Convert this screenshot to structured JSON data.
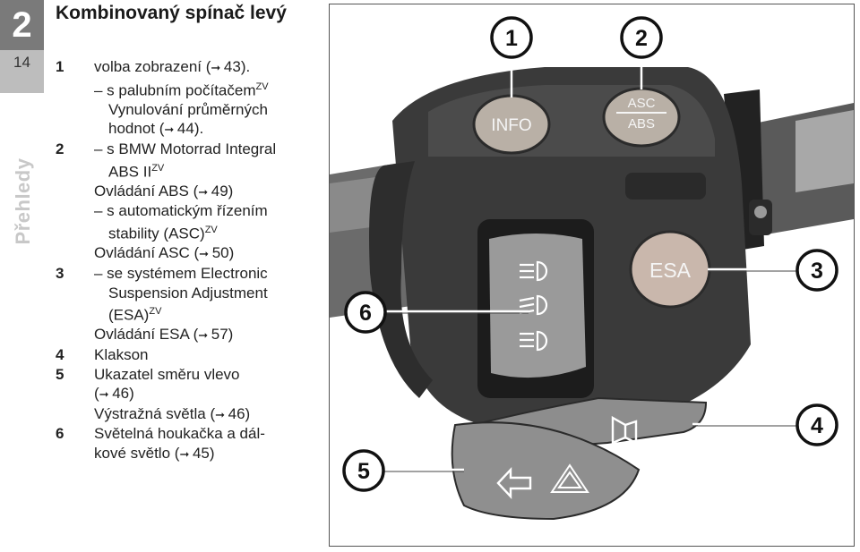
{
  "chapter": {
    "number": "2",
    "page": "14",
    "label": "Přehledy"
  },
  "title": "Kombinovaný spínač levý",
  "items": [
    {
      "num": "1",
      "lines": [
        {
          "text": "volba zobrazení (",
          "ref": "43)."
        },
        {
          "dash": "– s palubním počítačem",
          "sup": "ZV"
        },
        {
          "ind": "Vynulování průměrných"
        },
        {
          "ind": "hodnot (",
          "ref": "44)."
        }
      ]
    },
    {
      "num": "2",
      "lines": [
        {
          "dash": "– s BMW Motorrad Integral"
        },
        {
          "ind": "ABS II",
          "sup": "ZV"
        },
        {
          "text": "Ovládání ABS (",
          "ref": "49)"
        },
        {
          "dash": "– s automatickým řízením"
        },
        {
          "ind": "stability (ASC)",
          "sup": "ZV"
        },
        {
          "text": "Ovládání ASC (",
          "ref": "50)"
        }
      ]
    },
    {
      "num": "3",
      "lines": [
        {
          "dash": "– se systémem Electronic"
        },
        {
          "ind": "Suspension Adjustment"
        },
        {
          "ind": "(ESA)",
          "sup": "ZV"
        },
        {
          "text": "Ovládání ESA (",
          "ref": "57)"
        }
      ]
    },
    {
      "num": "4",
      "lines": [
        {
          "text": "Klakson"
        }
      ]
    },
    {
      "num": "5",
      "lines": [
        {
          "text": "Ukazatel směru vlevo"
        },
        {
          "text": "(",
          "ref": "46)"
        },
        {
          "text": "Výstražná světla (",
          "ref": "46)"
        }
      ]
    },
    {
      "num": "6",
      "lines": [
        {
          "text": "Světelná houkačka a dál-"
        },
        {
          "text": "kové světlo (",
          "ref": "45)"
        }
      ]
    }
  ],
  "figure": {
    "callouts": [
      "1",
      "2",
      "3",
      "4",
      "5",
      "6"
    ],
    "buttons": {
      "info": "INFO",
      "asc": "ASC",
      "abs": "ABS",
      "esa": "ESA"
    },
    "colors": {
      "body": "#3a3a3a",
      "button": "#b9b0a6",
      "esa": "#c9b7ac",
      "paddle": "#8d8d8d",
      "grip": "#6b6b6b"
    }
  }
}
